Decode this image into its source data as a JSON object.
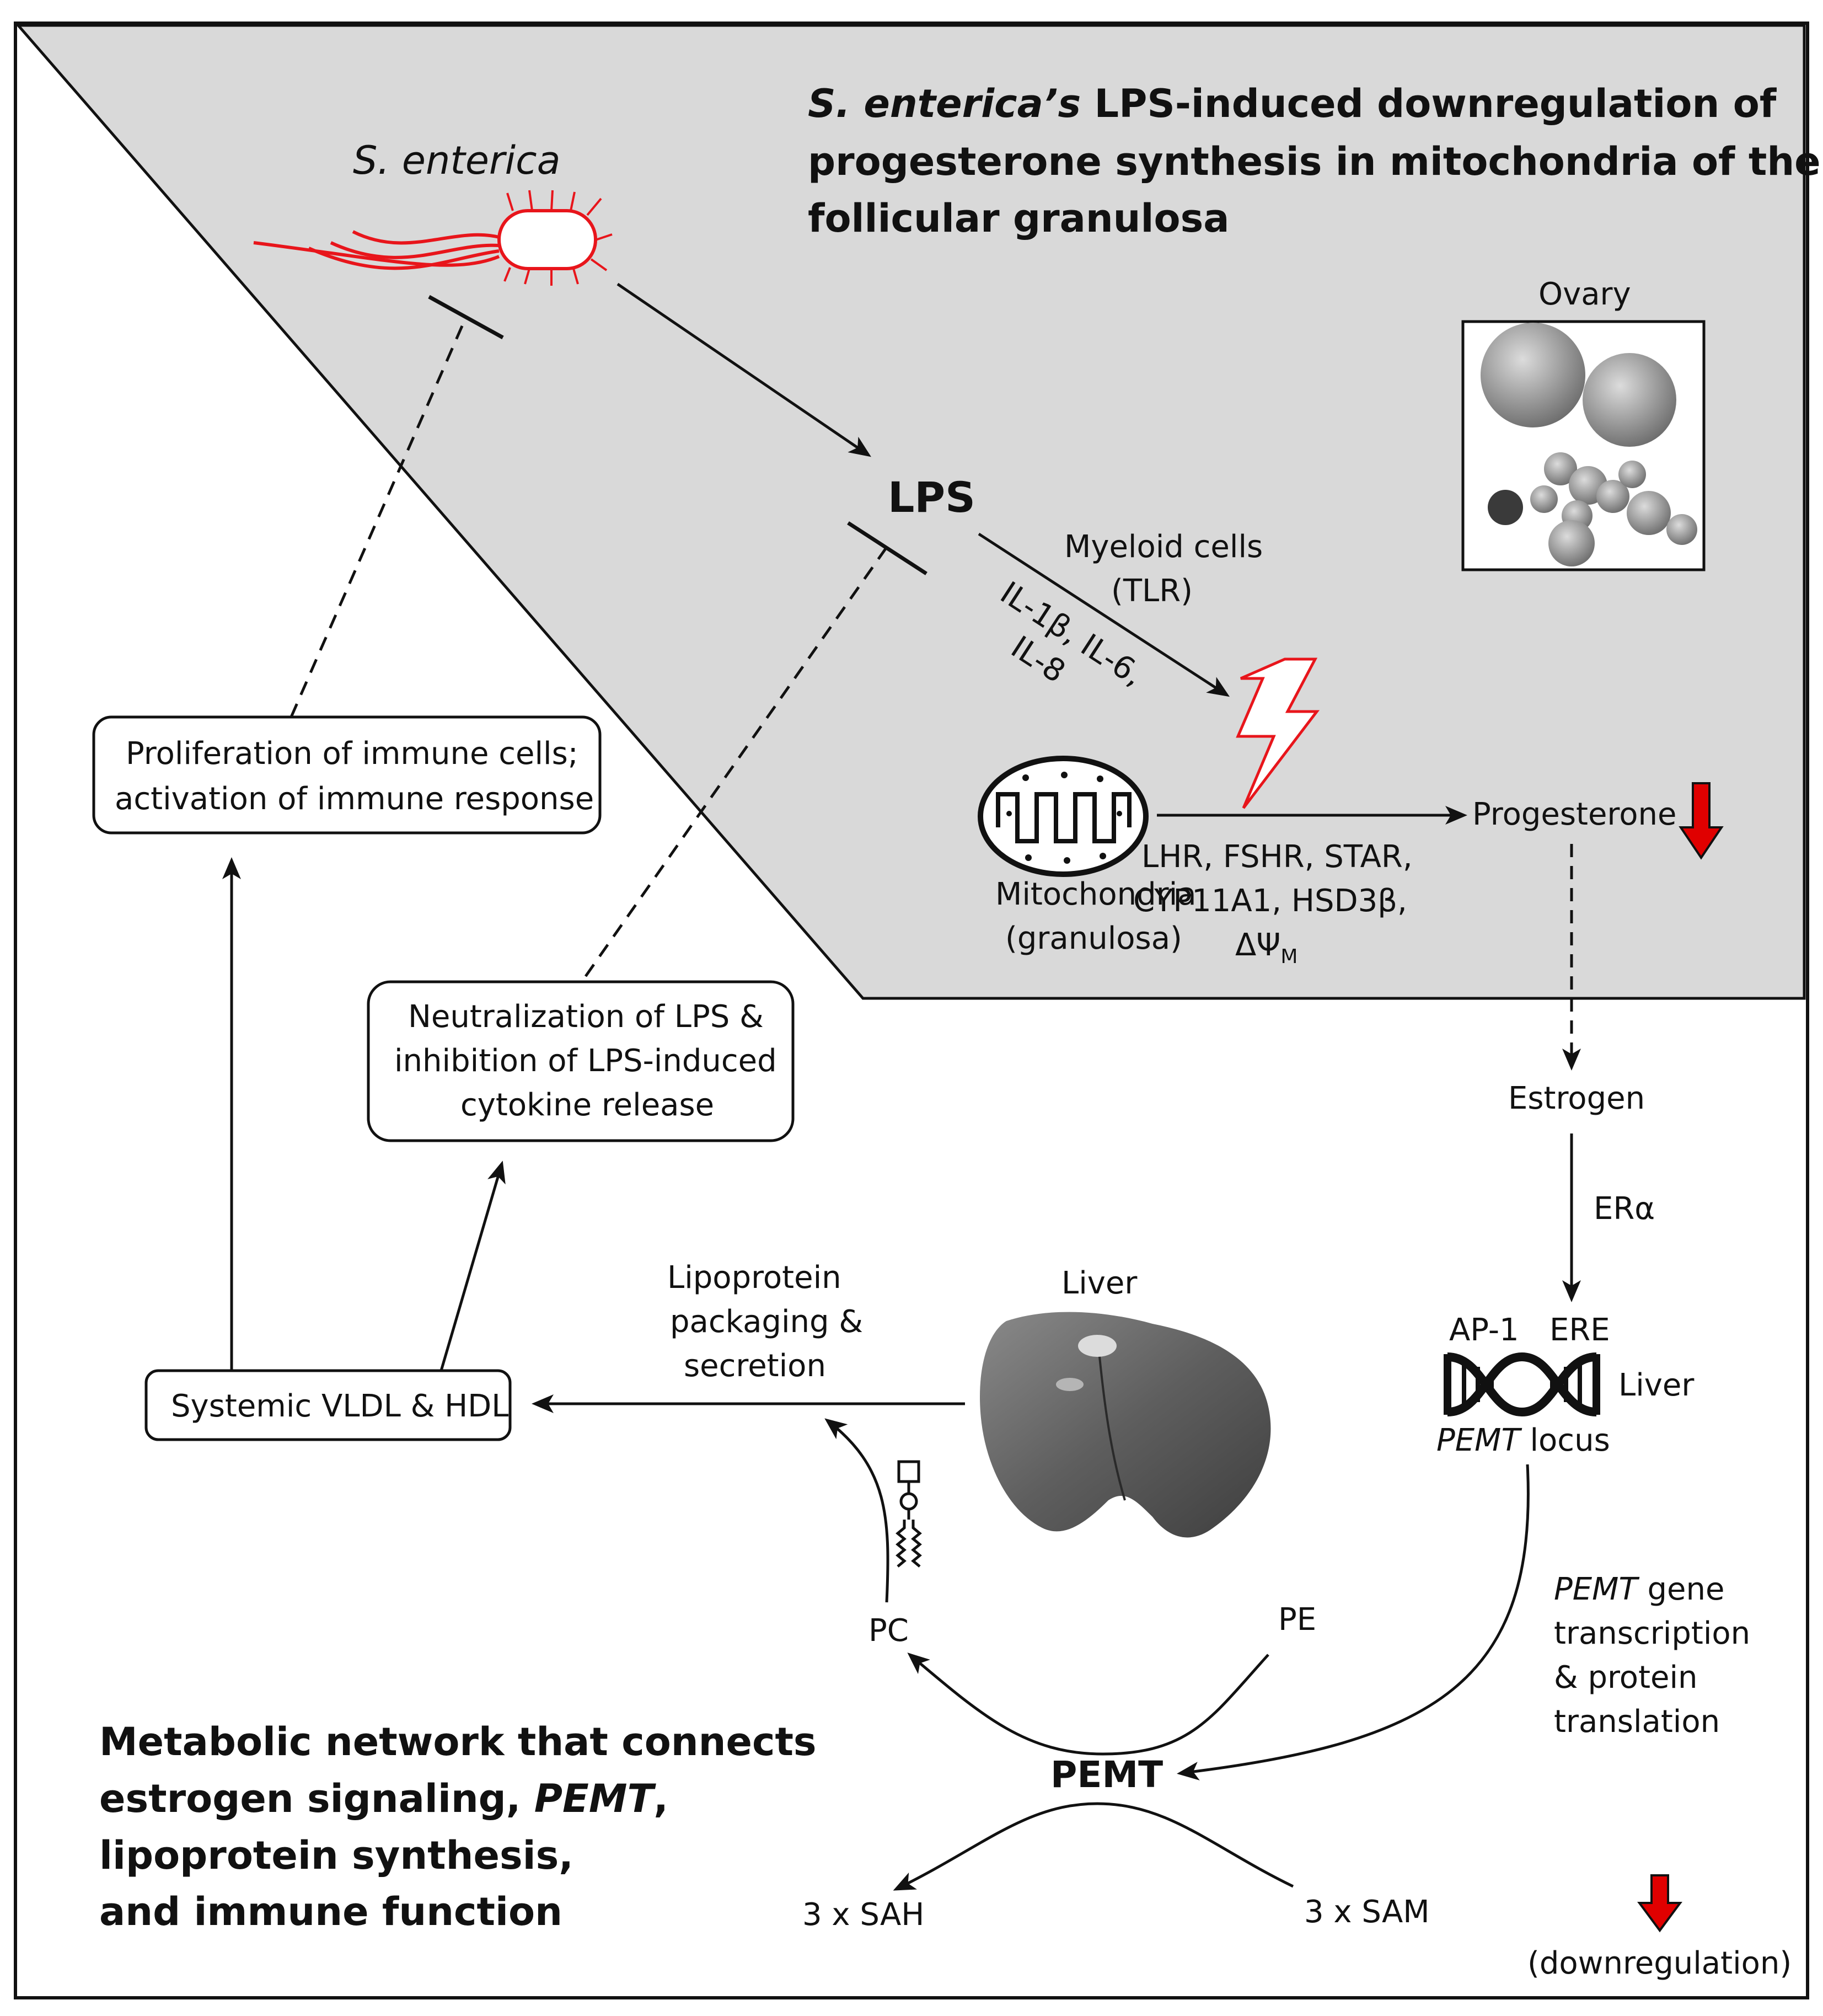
{
  "top_title": {
    "italic": "S. enterica’s",
    "line1_rest": " LPS-induced downregulation of",
    "line2": "progesterone synthesis in mitochondria of the",
    "line3": "follicular granulosa"
  },
  "bottom_title": {
    "line1": "Metabolic network that connects",
    "line2_a": "estrogen signaling, ",
    "line2_italic": "PEMT",
    "line2_b": ",",
    "line3": "lipoprotein synthesis,",
    "line4": "and immune function"
  },
  "labels": {
    "s_enterica": "S. enterica",
    "lps": "LPS",
    "myeloid_1": "Myeloid cells",
    "myeloid_2": "(TLR)",
    "cytokines_1": "IL-1β, IL-6,",
    "cytokines_2": "IL-8",
    "ovary": "Ovary",
    "mito_1": "Mitochondria",
    "mito_2": "(granulosa)",
    "genes_1": "LHR, FSHR, STAR,",
    "genes_2": "CYP11A1, HSD3β,",
    "genes_3": "ΔΨ",
    "genes_3_sub": "M",
    "progesterone": "Progesterone",
    "estrogen": "Estrogen",
    "era": "ERα",
    "ap1": "AP-1",
    "ere": "ERE",
    "liver_dna": "Liver",
    "pemt_locus_italic": "PEMT",
    "pemt_locus_rest": " locus",
    "transcription_1_italic": "PEMT",
    "transcription_1_rest": " gene",
    "transcription_2": "transcription",
    "transcription_3": "& protein",
    "transcription_4": "translation",
    "pemt": "PEMT",
    "pe": "PE",
    "pc": "PC",
    "sah": "3 x SAH",
    "sam": "3 x SAM",
    "liver_organ": "Liver",
    "lipo_1": "Lipoprotein",
    "lipo_2": "packaging &",
    "lipo_3": "secretion",
    "downregulation": "(downregulation)"
  },
  "boxes": {
    "proliferation_1": "Proliferation of immune cells;",
    "proliferation_2": "activation of immune response",
    "neutralization_1": "Neutralization of LPS &",
    "neutralization_2": "inhibition of LPS-induced",
    "neutralization_3": "cytokine release",
    "systemic": "Systemic VLDL & HDL"
  },
  "colors": {
    "shaded_region": "#d9d9d9",
    "down_arrow": "#e00000",
    "bacterium": "#e8151b",
    "lightning": "#e8151b"
  }
}
